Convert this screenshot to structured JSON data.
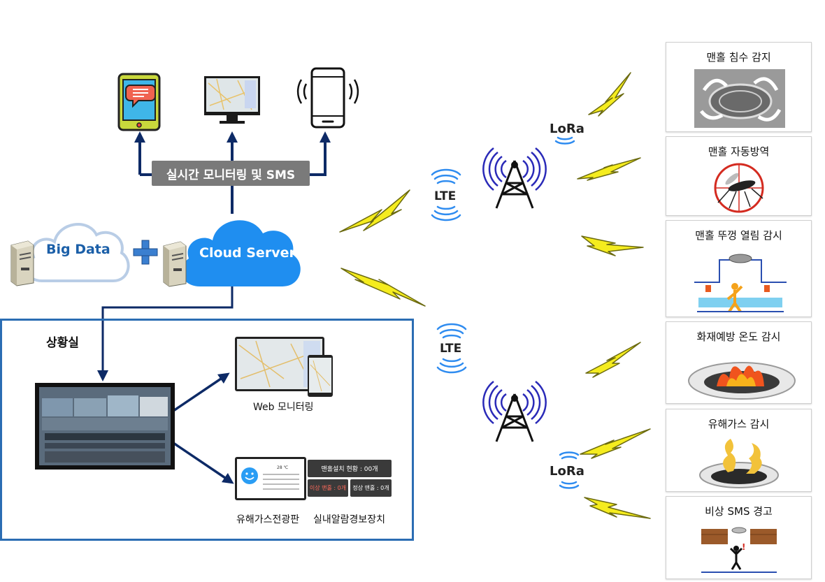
{
  "top": {
    "monitoring_label": "실시간 모니터링 및 SMS",
    "devices": [
      "tablet-icon",
      "monitor-icon",
      "smartphone-icon"
    ]
  },
  "servers": {
    "big_data": "Big Data",
    "cloud_server": "Cloud Server"
  },
  "situation_room": {
    "title": "상황실",
    "web_monitoring": "Web 모니터링",
    "gas_board": "유해가스전광판",
    "indoor_alarm": "실내알람경보장치",
    "alarm_panel": {
      "install_status": "맨홀설치 현황 : 00개",
      "abnormal": "이상 맨홀 : 0개",
      "normal": "정상 맨홀 : 0개"
    },
    "gas_board_screen": {
      "temperature": "28 ℃"
    }
  },
  "network": {
    "lte_upper": "LTE",
    "lte_lower": "LTE",
    "lora_upper": "LoRa",
    "lora_lower": "LoRa"
  },
  "sensors": [
    {
      "title": "맨홀 침수 감지",
      "icon": "flood-manhole-icon"
    },
    {
      "title": "맨홀 자동방역",
      "icon": "mosquito-prohibit-icon"
    },
    {
      "title": "맨홀 뚜껑 열림 감시",
      "icon": "lid-open-icon"
    },
    {
      "title": "화재예방 온도 감시",
      "icon": "fire-manhole-icon"
    },
    {
      "title": "유해가스 감시",
      "icon": "gas-manhole-icon"
    },
    {
      "title": "비상 SMS 경고",
      "icon": "emergency-person-icon"
    }
  ],
  "colors": {
    "navy_arrow": "#0d2a66",
    "cloud_blue": "#1f8ef0",
    "big_data_blue": "#1b5fa8",
    "room_border": "#2b6db3",
    "lightning_yellow": "#f5ec1e",
    "signal_blue": "#2f8cf0"
  }
}
